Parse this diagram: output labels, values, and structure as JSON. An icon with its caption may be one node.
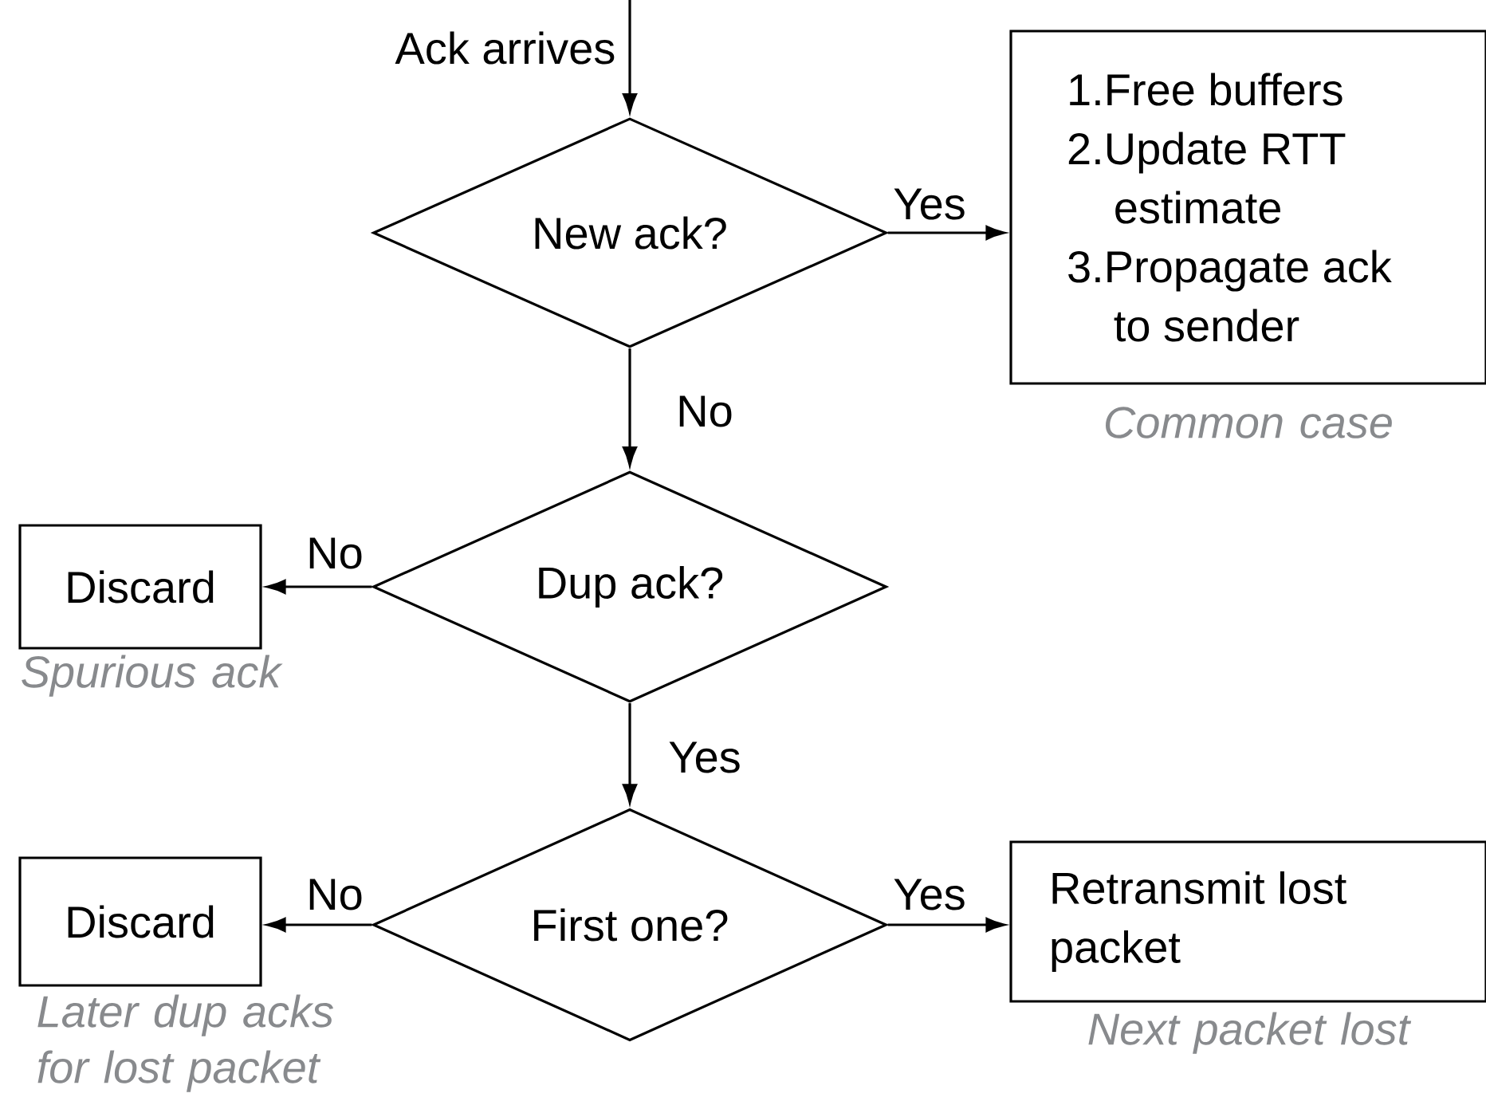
{
  "diagram": {
    "nodes": [
      {
        "text": [
          "New ack?"
        ]
      },
      {
        "text": [
          "1.Free buffers",
          "2.Update RTT estimate",
          "3.Propagate ack to sender"
        ],
        "beside": [
          "Common case"
        ]
      },
      {
        "text": [
          "Dup ack?"
        ]
      },
      {
        "text": [
          "Discard"
        ],
        "beside": [
          "Spurious ack"
        ]
      },
      {
        "text": [
          "First one?"
        ]
      },
      {
        "text": [
          "Discard"
        ],
        "beside": [
          "Later dup acks for lost packet"
        ]
      },
      {
        "text": [
          "Retransmit lost packet"
        ],
        "beside": [
          "Next packet lost"
        ]
      }
    ],
    "edges": [
      {
        "from": null,
        "to": 0,
        "arrow": "to",
        "label": "Ack arrives"
      },
      {
        "from": 0,
        "to": 1,
        "arrow": "to",
        "label": "Yes"
      },
      {
        "from": 0,
        "to": 2,
        "arrow": "to",
        "label": "No"
      },
      {
        "from": 2,
        "to": 3,
        "arrow": "to",
        "label": "No"
      },
      {
        "from": 2,
        "to": 4,
        "arrow": "to",
        "label": "Yes"
      },
      {
        "from": 4,
        "to": 5,
        "arrow": "to",
        "label": "No"
      },
      {
        "from": 4,
        "to": 6,
        "arrow": "to",
        "label": "Yes"
      }
    ]
  }
}
